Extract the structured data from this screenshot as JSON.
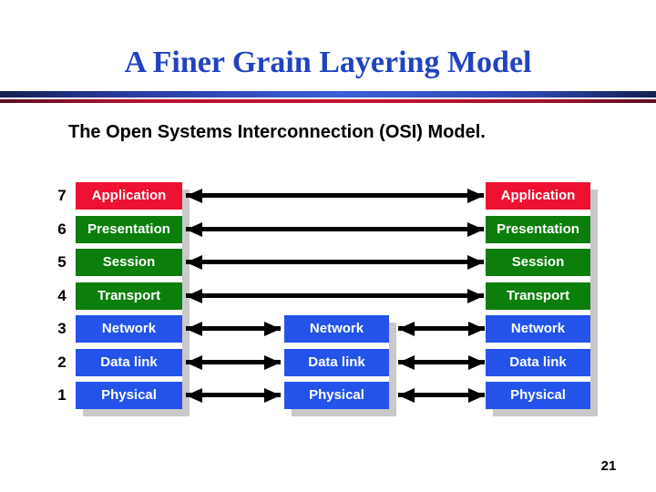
{
  "slide": {
    "title": "A Finer Grain Layering Model",
    "subtitle": "The Open Systems Interconnection (OSI) Model.",
    "page_number": "21"
  },
  "colors": {
    "title": "#2143c0",
    "red": "#ee1132",
    "green": "#0b7e0b",
    "blue": "#2353e9",
    "shadow": "#c9c9c9",
    "arrow": "#000000"
  },
  "diagram": {
    "columns": [
      "left-host-stack",
      "intermediate-node-stack",
      "right-host-stack"
    ],
    "layers": [
      {
        "num": "7",
        "label": "Application",
        "color": "#ee1132",
        "in_middle_node": false
      },
      {
        "num": "6",
        "label": "Presentation",
        "color": "#0b7e0b",
        "in_middle_node": false
      },
      {
        "num": "5",
        "label": "Session",
        "color": "#0b7e0b",
        "in_middle_node": false
      },
      {
        "num": "4",
        "label": "Transport",
        "color": "#0b7e0b",
        "in_middle_node": false
      },
      {
        "num": "3",
        "label": "Network",
        "color": "#2353e9",
        "in_middle_node": true
      },
      {
        "num": "2",
        "label": "Data link",
        "color": "#2353e9",
        "in_middle_node": true
      },
      {
        "num": "1",
        "label": "Physical",
        "color": "#2353e9",
        "in_middle_node": true
      }
    ]
  }
}
